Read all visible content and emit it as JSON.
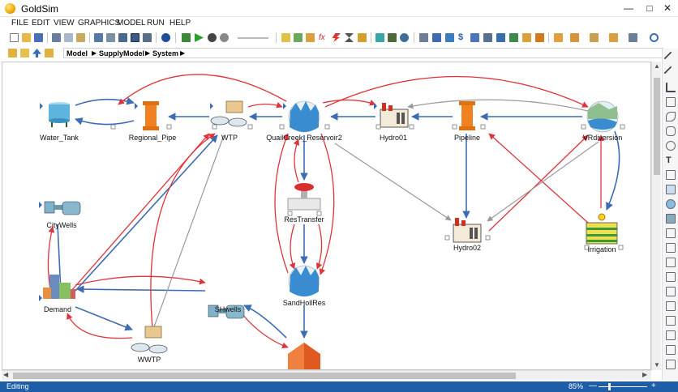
{
  "window": {
    "title": "GoldSim",
    "minimize": "—",
    "maximize": "□",
    "close": "✕"
  },
  "menu": [
    "FILE",
    "EDIT",
    "VIEW",
    "GRAPHICS",
    "MODEL",
    "RUN",
    "HELP"
  ],
  "breadcrumb": [
    "Model",
    "SupplyModel",
    "System"
  ],
  "nodes": {
    "water_tank": "Water_Tank",
    "regional_pipe": "Regional_Pipe",
    "wtp": "WTP",
    "quailcreek": "QuailCreek_Reservoir2",
    "hydro01": "Hydro01",
    "pipeline": "Pipeline",
    "vrdiversion": "VRdiversion",
    "citywells": "CityWells",
    "restransfer": "ResTransfer",
    "hydro02": "Hydro02",
    "irrigation": "Irrigation",
    "demand": "Demand",
    "shwells": "SHwells",
    "sandhollres": "SandHollRes",
    "wwtp": "WWTP"
  },
  "status": {
    "mode": "Editing",
    "zoom": "85%",
    "zoom_minus": "—",
    "zoom_plus": "+"
  },
  "colors": {
    "flow_blue": "#3c6cb4",
    "link_red": "#e0343c",
    "link_gray": "#9a9a9a",
    "status_bar": "#1e5ea8"
  }
}
